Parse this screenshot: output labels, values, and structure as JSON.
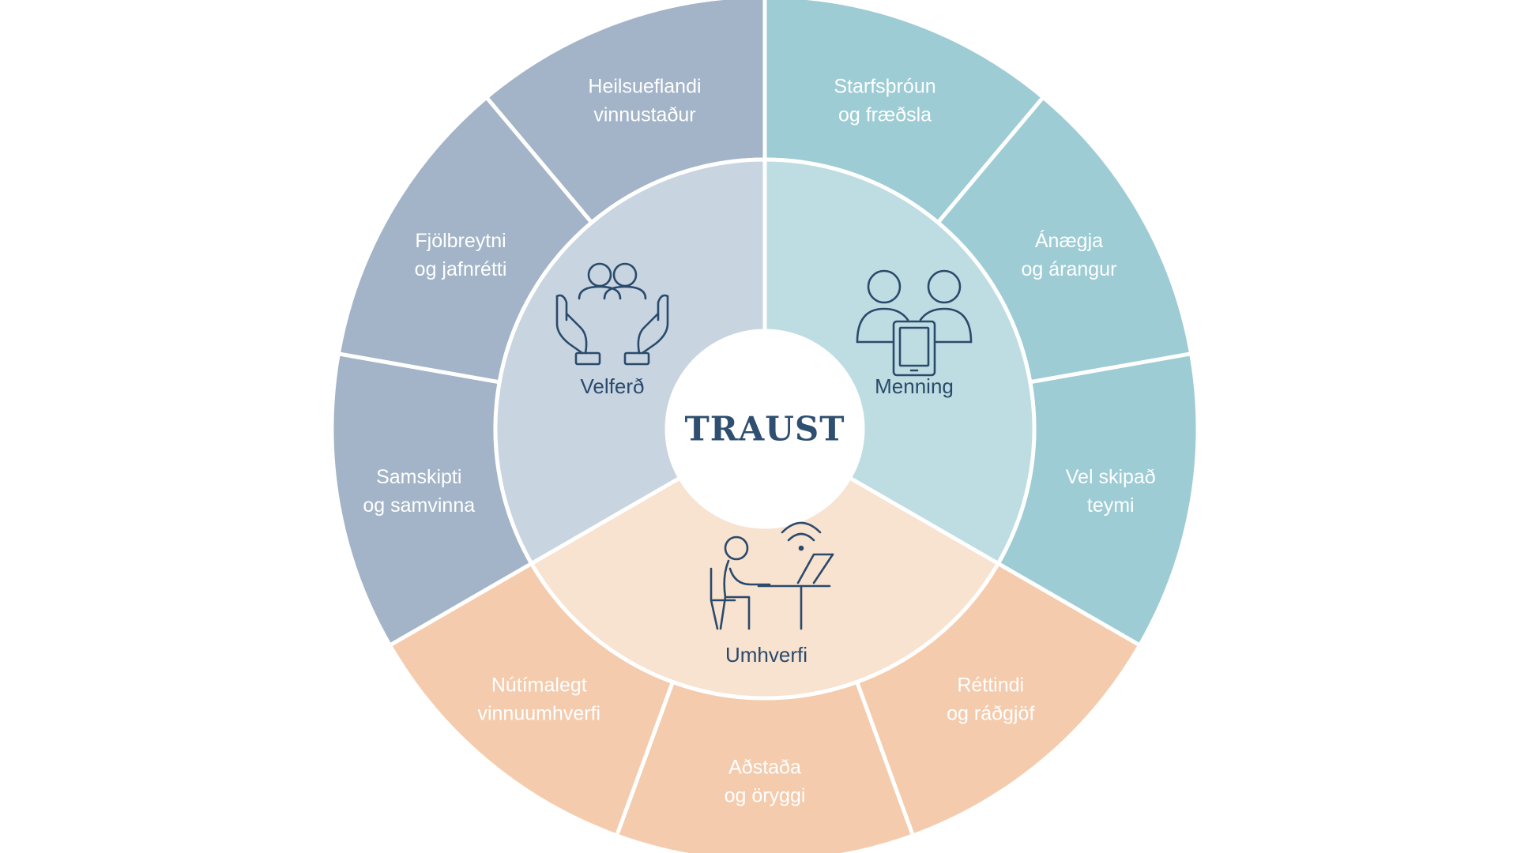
{
  "center": {
    "label": "TRAUST"
  },
  "colors": {
    "velferd_outer": "#a3b4c8",
    "velferd_inner": "#c8d5e1",
    "menning_outer": "#9dccd5",
    "menning_inner": "#bedde2",
    "umhverfi_outer": "#f4cbad",
    "umhverfi_inner": "#f8e2d0",
    "divider": "#ffffff",
    "inner_text": "#2a4a6b",
    "outer_text": "#ffffff"
  },
  "inner_segments": [
    {
      "id": "velferd",
      "label": "Velferð",
      "icon": "caring-hands-people-icon"
    },
    {
      "id": "menning",
      "label": "Menning",
      "icon": "people-tablet-icon"
    },
    {
      "id": "umhverfi",
      "label": "Umhverfi",
      "icon": "person-at-desk-wifi-icon"
    }
  ],
  "outer_segments": [
    {
      "group": "menning",
      "lines": [
        "Starfsþróun",
        "og fræðsla"
      ]
    },
    {
      "group": "menning",
      "lines": [
        "Ánægja",
        "og árangur"
      ]
    },
    {
      "group": "menning",
      "lines": [
        "Vel skipað",
        "teymi"
      ]
    },
    {
      "group": "umhverfi",
      "lines": [
        "Réttindi",
        "og ráðgjöf"
      ]
    },
    {
      "group": "umhverfi",
      "lines": [
        "Aðstaða",
        "og öryggi"
      ]
    },
    {
      "group": "umhverfi",
      "lines": [
        "Nútímalegt",
        "vinnuumhverfi"
      ]
    },
    {
      "group": "velferd",
      "lines": [
        "Samskipti",
        "og samvinna"
      ]
    },
    {
      "group": "velferd",
      "lines": [
        "Fjölbreytni",
        "og jafnrétti"
      ]
    },
    {
      "group": "velferd",
      "lines": [
        "Heilsueflandi",
        "vinnustaður"
      ]
    }
  ]
}
